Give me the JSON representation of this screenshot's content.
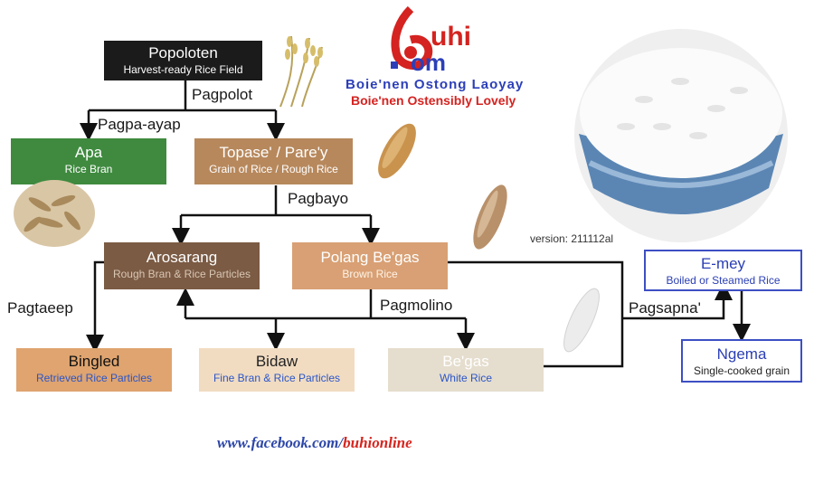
{
  "logo": {
    "text_main": "buhi",
    "text_sub": "com",
    "tagline_1": "Boie'nen Ostong Laoyay",
    "tagline_2": "Boie'nen Ostensibly Lovely"
  },
  "version": "version: 211112al",
  "footer": {
    "url_prefix": "www.facebook.com/",
    "url_suffix": "buhionline"
  },
  "nodes": {
    "popoloten": {
      "title": "Popoloten",
      "sub": "Harvest-ready Rice Field"
    },
    "apa": {
      "title": "Apa",
      "sub": "Rice Bran"
    },
    "topase": {
      "title": "Topase' / Pare'y",
      "sub": "Grain of Rice / Rough Rice"
    },
    "arosarang": {
      "title": "Arosarang",
      "sub": "Rough Bran & Rice Particles"
    },
    "polang_begas": {
      "title": "Polang Be'gas",
      "sub": "Brown Rice"
    },
    "bingled": {
      "title": "Bingled",
      "sub": "Retrieved Rice Particles"
    },
    "bidaw": {
      "title": "Bidaw",
      "sub": "Fine Bran & Rice Particles"
    },
    "begas": {
      "title": "Be'gas",
      "sub": "White Rice"
    },
    "emey": {
      "title": "E-mey",
      "sub": "Boiled or Steamed Rice"
    },
    "ngema": {
      "title": "Ngema",
      "sub": "Single-cooked grain"
    }
  },
  "process_labels": {
    "pagpolot": "Pagpolot",
    "pagpa_ayap": "Pagpa-ayap",
    "pagbayo": "Pagbayo",
    "pagtaeep": "Pagtaeep",
    "pagmolino": "Pagmolino",
    "pagsapna": "Pagsapna'"
  },
  "colors": {
    "black": "#1b1b1b",
    "green": "#3f8a3f",
    "tan": "#b7885c",
    "dark_brown": "#7b5b44",
    "light_brown": "#d8a074",
    "orange": "#dfa46f",
    "pale_beige": "#f1dcc2",
    "light_gray": "#e5ddcd",
    "blue": "#3d4fc4"
  },
  "icons": [
    "rice-stalk-icon",
    "rice-grain-icon",
    "brown-rice-grain-icon",
    "white-rice-grain-icon",
    "rice-bran-photo",
    "rice-bowl-photo"
  ]
}
